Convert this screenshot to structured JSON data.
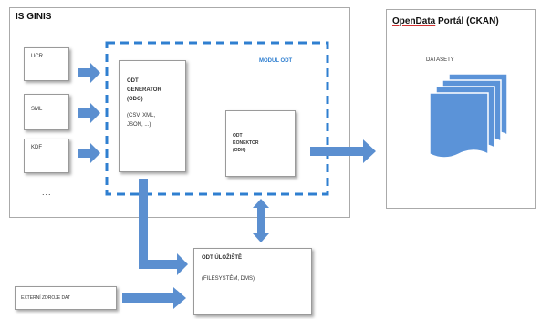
{
  "colors": {
    "arrow": "#5b8fd0",
    "dashed_border": "#2f7fd0",
    "module_label": "#2f7fd0",
    "stack_fill": "#5b93d8",
    "box_border": "#9a9a9a"
  },
  "is_ginis": {
    "title": "IS GINIS",
    "sources": [
      "UCR",
      "SML",
      "KDF"
    ],
    "more": "..."
  },
  "modul_odt": {
    "label": "MODUL ODT",
    "generator": {
      "title_line1": "ODT",
      "title_line2": "GENERATOR",
      "title_line3": "(ODG)",
      "formats": "(CSV, XML,",
      "formats2": "JSON, ...)"
    },
    "konektor": {
      "title_line1": "ODT",
      "title_line2": "KONEKTOR",
      "title_line3": "(ODK)"
    }
  },
  "opendata": {
    "title_part1": "OpenData",
    "title_part2": " Portál (CKAN)",
    "datasets_label": "DATASETY"
  },
  "storage": {
    "title": "ODT ÚLOŽIŠTĚ",
    "subtitle": "(FILESYSTÉM, DMS)"
  },
  "external": {
    "label": "EXTERNÍ ZDROJE DAT"
  }
}
